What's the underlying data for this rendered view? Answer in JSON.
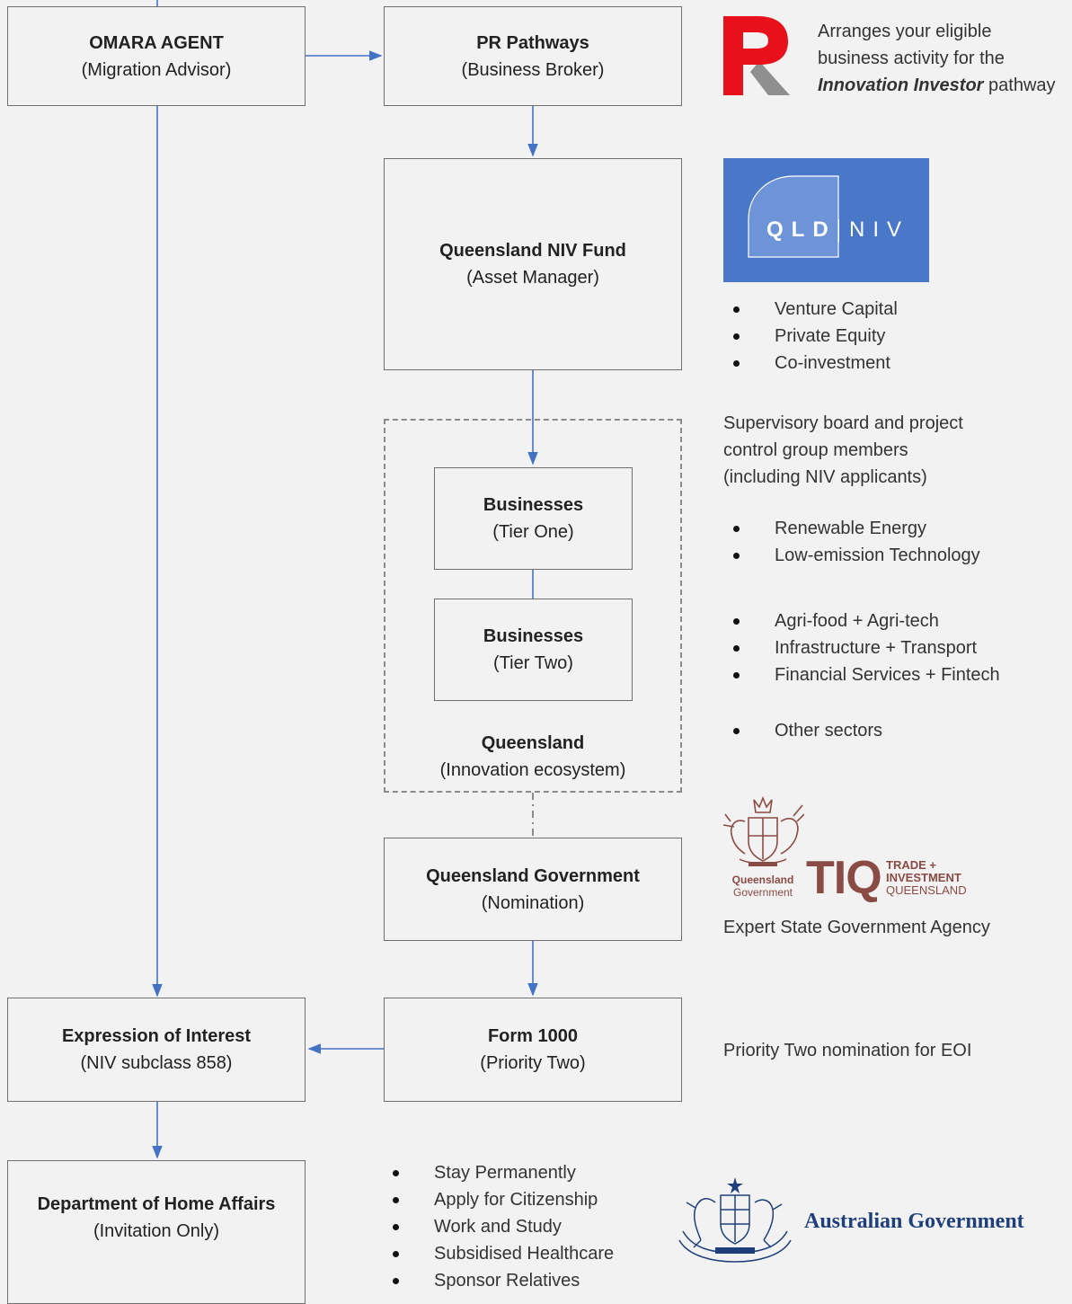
{
  "boxes": {
    "omara": {
      "title": "OMARA AGENT",
      "subtitle": "(Migration Advisor)"
    },
    "pr": {
      "title": "PR Pathways",
      "subtitle": "(Business Broker)"
    },
    "fund": {
      "title": "Queensland NIV Fund",
      "subtitle": "(Asset Manager)"
    },
    "tier1": {
      "title": "Businesses",
      "subtitle": "(Tier One)"
    },
    "tier2": {
      "title": "Businesses",
      "subtitle": "(Tier Two)"
    },
    "ecosystem": {
      "title": "Queensland",
      "subtitle": "(Innovation ecosystem)"
    },
    "qgov": {
      "title": "Queensland Government",
      "subtitle": "(Nomination)"
    },
    "form": {
      "title": "Form 1000",
      "subtitle": "(Priority Two)"
    },
    "eoi": {
      "title": "Expression of Interest",
      "subtitle": "(NIV subclass 858)"
    },
    "dha": {
      "title": "Department of Home Affairs",
      "subtitle": "(Invitation Only)"
    }
  },
  "notes": {
    "pr": {
      "line1": "Arranges your eligible",
      "line2": "business activity for the",
      "emph": "Innovation Investor",
      "tail": " pathway"
    },
    "fund_bullets": [
      "Venture Capital",
      "Private Equity",
      "Co-investment"
    ],
    "board": {
      "line1": "Supervisory board and project",
      "line2": "control group members",
      "line3": "(including NIV applicants)"
    },
    "sectors_a": [
      "Renewable Energy",
      "Low-emission Technology"
    ],
    "sectors_b": [
      "Agri-food + Agri-tech",
      "Infrastructure + Transport",
      "Financial Services + Fintech"
    ],
    "sectors_c": [
      "Other sectors"
    ],
    "agency": "Expert State Government Agency",
    "priority": "Priority Two nomination for EOI",
    "benefits": [
      "Stay Permanently",
      "Apply for Citizenship",
      "Work and Study",
      "Subsidised Healthcare",
      "Sponsor Relatives"
    ]
  },
  "logos": {
    "pr_letter": "R",
    "qld_niv": {
      "left": "QLD",
      "right": "NIV"
    },
    "qld_gov": {
      "line1": "Queensland",
      "line2": "Government"
    },
    "tiq": {
      "mark": "TIQ",
      "line1": "TRADE +",
      "line2": "INVESTMENT",
      "line3": "QUEENSLAND"
    },
    "aus_gov": "Australian Government"
  },
  "colors": {
    "arrow": "#4472c4",
    "accent_red": "#e8101a",
    "niv_blue": "#4a78c9",
    "tiq_brown": "#8b4b45",
    "crest_navy": "#1f3f7a"
  }
}
